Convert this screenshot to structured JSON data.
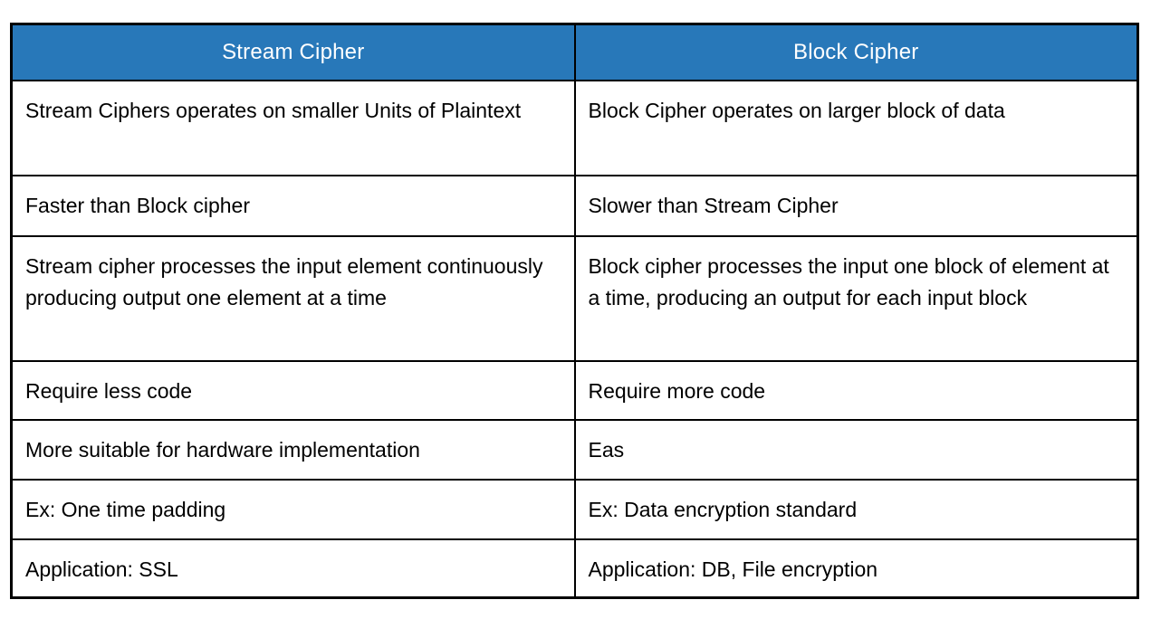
{
  "table": {
    "columns": [
      {
        "header": "Stream Cipher"
      },
      {
        "header": "Block Cipher"
      }
    ],
    "rows": [
      {
        "stream": "Stream Ciphers operates on smaller Units of Plaintext",
        "block": "Block Cipher operates on larger block of data"
      },
      {
        "stream": "Faster than Block cipher",
        "block": "Slower than Stream Cipher"
      },
      {
        "stream": "Stream cipher processes the input element continuously producing output one element at a time",
        "block": "Block cipher processes the input one block of element at a time, producing an output for each input block"
      },
      {
        "stream": "Require less code",
        "block": "Require more code"
      },
      {
        "stream": "More suitable for hardware implementation",
        "block": "Eas"
      },
      {
        "stream": "Ex: One time padding",
        "block": "Ex: Data encryption standard"
      },
      {
        "stream": "Application: SSL",
        "block": "Application: DB, File encryption"
      }
    ],
    "colors": {
      "header_background": "#2878B9",
      "header_text": "#FFFFFF",
      "body_text": "#000000",
      "border": "#000000"
    }
  }
}
